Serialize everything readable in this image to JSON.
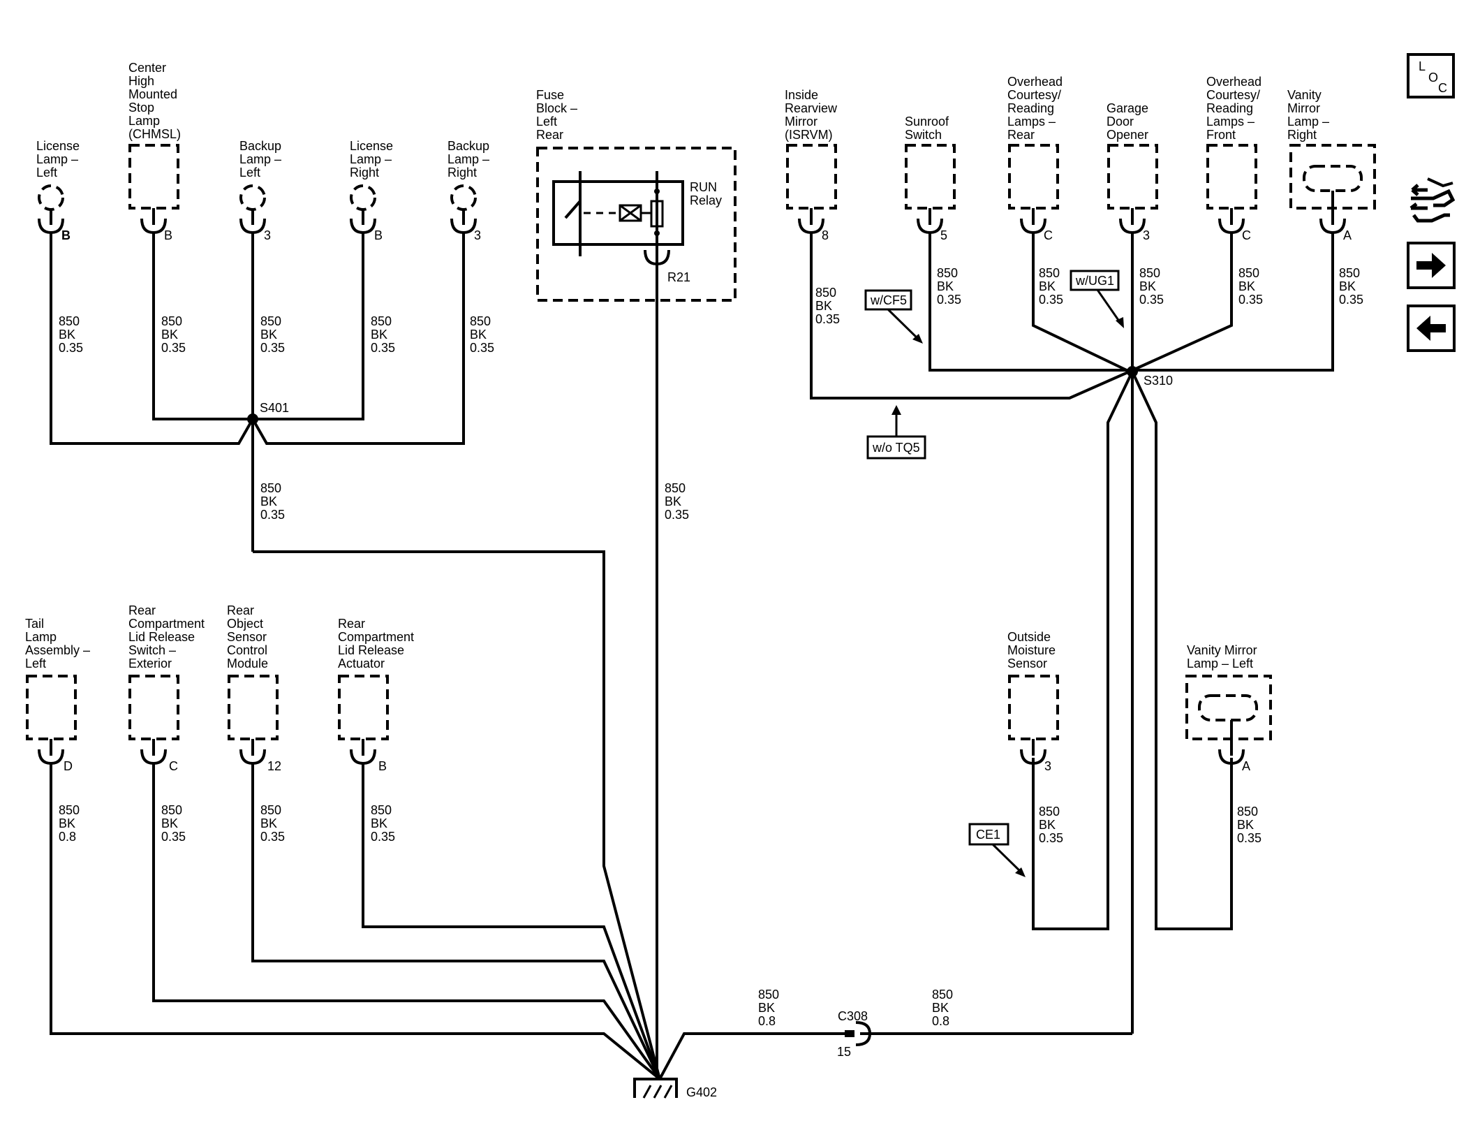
{
  "wire": {
    "circuit": "850",
    "color": "BK",
    "size_035": "0.35",
    "size_08": "0.8"
  },
  "top_left": {
    "license_lamp_left": {
      "label": [
        "License",
        "Lamp –",
        "Left"
      ],
      "pin": "B"
    },
    "chmsl": {
      "label": [
        "Center",
        "High",
        "Mounted",
        "Stop",
        "Lamp",
        "(CHMSL)"
      ],
      "pin": "B"
    },
    "backup_lamp_left": {
      "label": [
        "Backup",
        "Lamp –",
        "Left"
      ],
      "pin": "3"
    },
    "license_lamp_right": {
      "label": [
        "License",
        "Lamp –",
        "Right"
      ],
      "pin": "B"
    },
    "backup_lamp_right": {
      "label": [
        "Backup",
        "Lamp –",
        "Right"
      ],
      "pin": "3"
    },
    "splice": "S401"
  },
  "fuse_block": {
    "label": [
      "Fuse",
      "Block –",
      "Left",
      "Rear"
    ],
    "relay": [
      "RUN",
      "Relay"
    ],
    "pin": "R21"
  },
  "top_right": {
    "isrvm": {
      "label": [
        "Inside",
        "Rearview",
        "Mirror",
        "(ISRVM)"
      ],
      "pin": "8"
    },
    "sunroof": {
      "label": [
        "Sunroof",
        "Switch"
      ],
      "pin": "5"
    },
    "overhead_rear": {
      "label": [
        "Overhead",
        "Courtesy/",
        "Reading",
        "Lamps –",
        "Rear"
      ],
      "pin": "C"
    },
    "garage": {
      "label": [
        "Garage",
        "Door",
        "Opener"
      ],
      "pin": "3"
    },
    "overhead_front": {
      "label": [
        "Overhead",
        "Courtesy/",
        "Reading",
        "Lamps –",
        "Front"
      ],
      "pin": "C"
    },
    "vanity_right": {
      "label": [
        "Vanity",
        "Mirror",
        "Lamp –",
        "Right"
      ],
      "pin": "A"
    },
    "splice": "S310",
    "option_cf5": "w/CF5",
    "option_ug1": "w/UG1",
    "option_tq5": "w/o TQ5"
  },
  "bottom_left": {
    "tail_lamp_left": {
      "label": [
        "Tail",
        "Lamp",
        "Assembly –",
        "Left"
      ],
      "pin": "D"
    },
    "lid_release_switch": {
      "label": [
        "Rear",
        "Compartment",
        "Lid Release",
        "Switch –",
        "Exterior"
      ],
      "pin": "C"
    },
    "object_sensor": {
      "label": [
        "Rear",
        "Object",
        "Sensor",
        "Control",
        "Module"
      ],
      "pin": "12"
    },
    "lid_release_actuator": {
      "label": [
        "Rear",
        "Compartment",
        "Lid Release",
        "Actuator"
      ],
      "pin": "B"
    }
  },
  "bottom_right": {
    "moisture": {
      "label": [
        "Outside",
        "Moisture",
        "Sensor"
      ],
      "pin": "3"
    },
    "vanity_left": {
      "label": [
        "Vanity Mirror",
        "Lamp – Left"
      ],
      "pin": "A"
    },
    "option_ce1": "CE1"
  },
  "connector": {
    "name": "C308",
    "pin": "15"
  },
  "ground": "G402",
  "nav": {
    "loc": [
      "L",
      "O",
      "C"
    ],
    "icons": [
      "loc-icon",
      "connector-view-icon",
      "next-page-icon",
      "previous-page-icon"
    ]
  }
}
